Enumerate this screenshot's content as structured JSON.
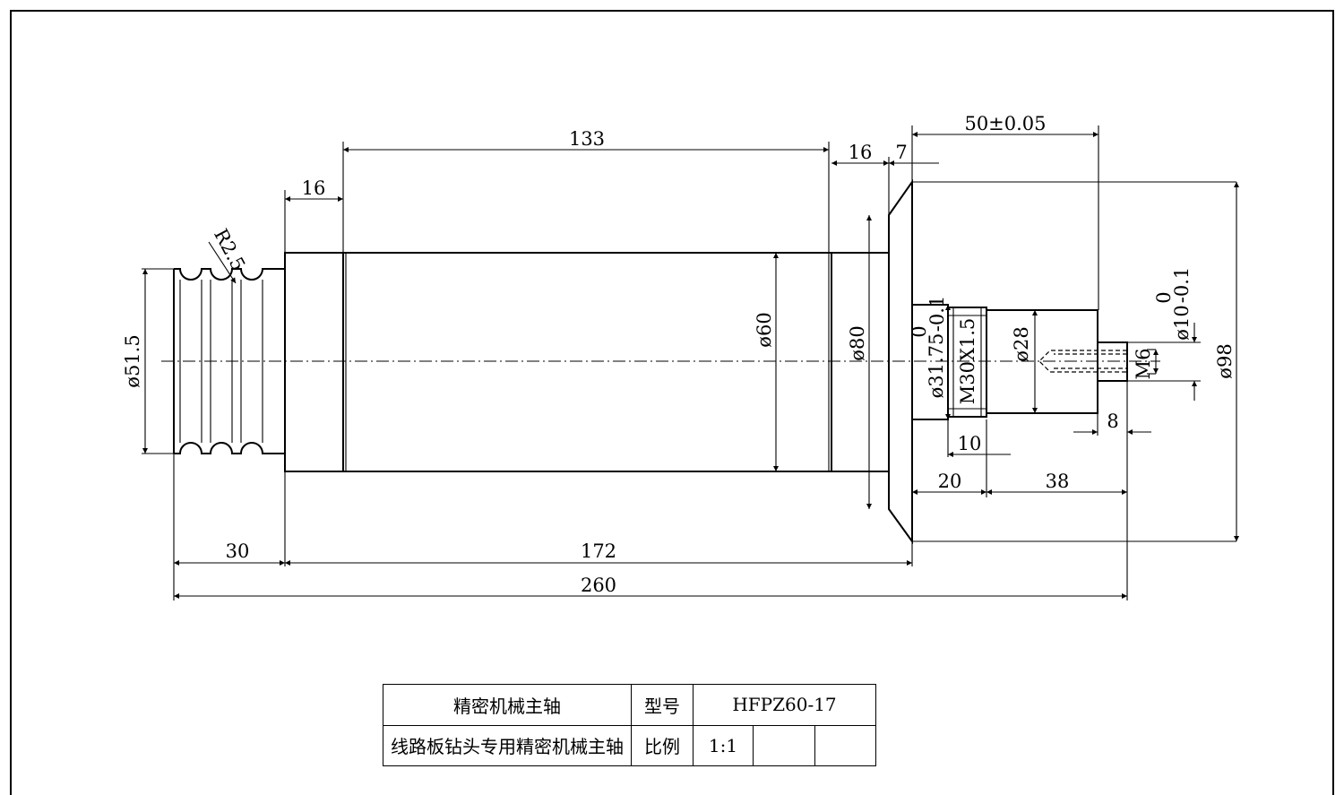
{
  "dimensions": {
    "d_133": "133",
    "d_16_left": "16",
    "d_16_right": "16",
    "d_7": "7",
    "d_50": "50±0.05",
    "r_2_5": "R2.5",
    "phi_51_5": "ø51.5",
    "phi_60": "ø60",
    "phi_80": "ø80",
    "phi_31_75": "ø31.75",
    "tol_31_75_upper": "0",
    "tol_31_75_lower": "-0.1",
    "m30": "M30X1.5",
    "phi_28": "ø28",
    "m6": "M6",
    "phi_10": "ø10",
    "tol_10_upper": "0",
    "tol_10_lower": "-0.1",
    "phi_98": "ø98",
    "d_8": "8",
    "d_10": "10",
    "d_20": "20",
    "d_38": "38",
    "d_30": "30",
    "d_172": "172",
    "d_260": "260"
  },
  "title_block": {
    "name": "精密机械主轴",
    "description": "线路板钻头专用精密机械主轴",
    "model_label": "型号",
    "model_value": "HFPZ60-17",
    "scale_label": "比例",
    "scale_value": "1:1"
  }
}
